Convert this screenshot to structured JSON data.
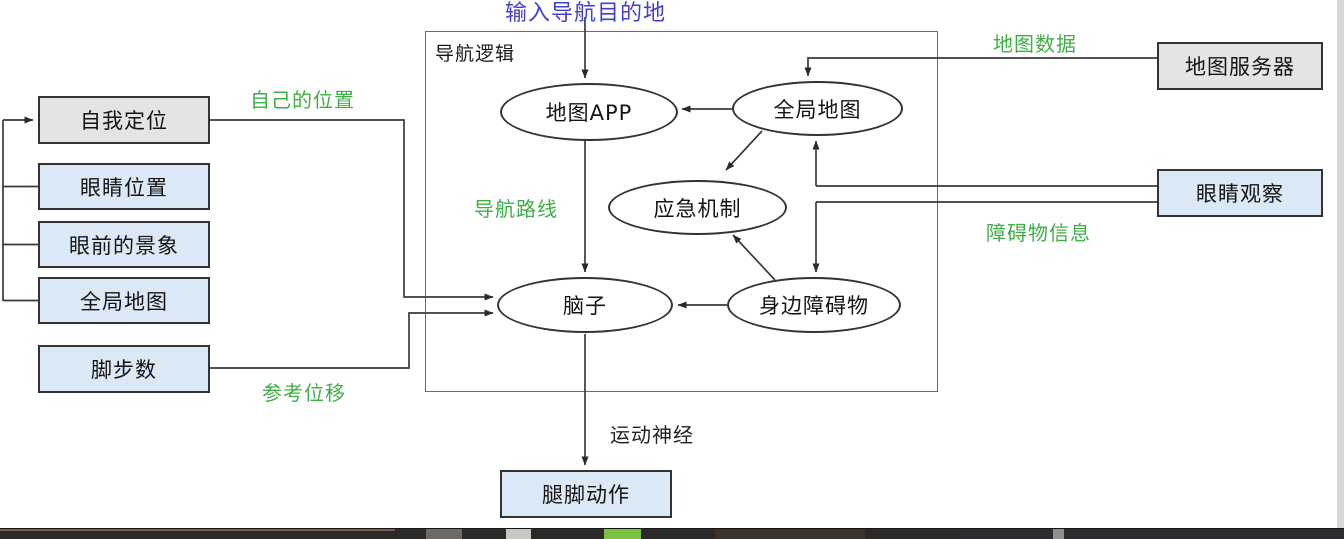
{
  "diagram": {
    "input_label": "输入导航目的地",
    "container": {
      "label": "导航逻辑"
    },
    "nodes": {
      "self_localization": "自我定位",
      "eye_position": "眼睛位置",
      "eye_scene": "眼前的景象",
      "global_map_source": "全局地图",
      "step_count": "脚步数",
      "map_app": "地图APP",
      "global_map": "全局地图",
      "emergency": "应急机制",
      "brain": "脑子",
      "obstacles": "身边障碍物",
      "map_server": "地图服务器",
      "eye_observe": "眼睛观察",
      "leg_action": "腿脚动作"
    },
    "edge_labels": {
      "own_position": "自己的位置",
      "ref_displacement": "参考位移",
      "nav_route": "导航路线",
      "map_data": "地图数据",
      "obstacle_info": "障碍物信息",
      "motor_nerve": "运动神经"
    },
    "colors": {
      "green_label": "#3fae47",
      "blue_label": "#4341c9",
      "gray_node_fill": "#e4e4e4",
      "blue_node_fill": "#dbe8f5",
      "line": "#3a3a3a",
      "timeline_green": "#79c43f"
    }
  }
}
